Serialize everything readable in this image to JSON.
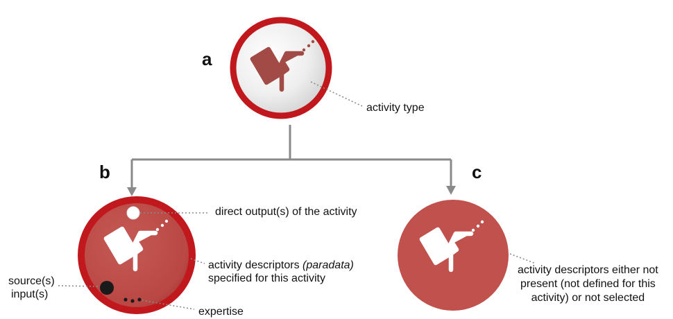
{
  "panels": {
    "a": "a",
    "b": "b",
    "c": "c"
  },
  "labels": {
    "activity_type": "activity type",
    "direct_output": "direct output(s) of the activity",
    "descriptors_line1_prefix": "activity descriptors ",
    "descriptors_line1_italic": "(paradata)",
    "descriptors_line2": "specified for this activity",
    "source": "source(s)",
    "input": "input(s)",
    "expertise": "expertise",
    "not_present_line1": "activity descriptors either not",
    "not_present_line2": "present (not defined for this",
    "not_present_line3": "activity) or not selected"
  },
  "icons": {
    "activity": "spray-bottle-icon"
  },
  "colors": {
    "ring": "#c0181c",
    "fill": "#c0514d",
    "icon_on_grey": "#a24a45",
    "icon_on_red": "#ffffff",
    "connector": "#8a8a8a",
    "leader": "#8a8a8a"
  }
}
